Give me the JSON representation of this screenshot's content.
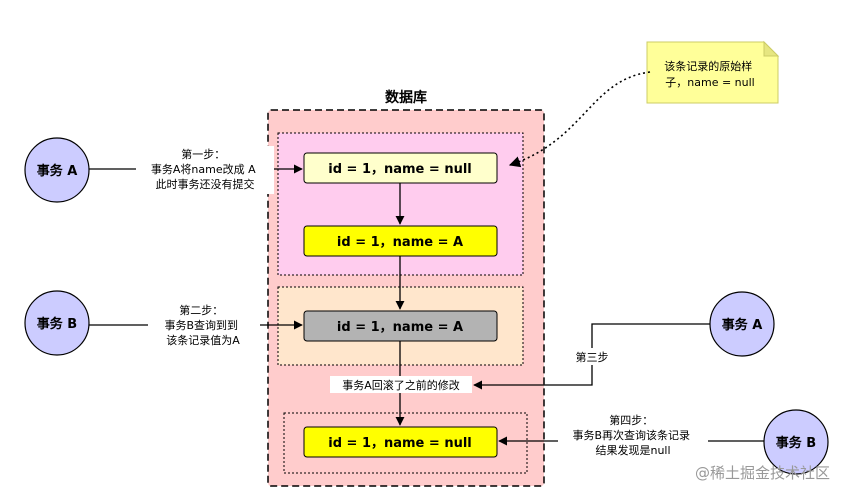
{
  "db_title": "数据库",
  "note_lines": [
    "该条记录的原始样",
    "子，name = null"
  ],
  "actors": {
    "a_left": "事务 A",
    "b_left": "事务 B",
    "a_right": "事务 A",
    "b_right": "事务 B"
  },
  "records": {
    "r1": "id = 1，name = null",
    "r2": "id = 1，name = A",
    "r3": "id = 1，name = A",
    "r4": "id = 1，name = null"
  },
  "steps": {
    "step1": [
      "第一步：",
      "事务A将name改成 A",
      "此时事务还没有提交"
    ],
    "step2": [
      "第二步：",
      "事务B查询到到",
      "该条记录值为A"
    ],
    "step3": "第三步",
    "rollback": "事务A回滚了之前的修改",
    "step4": [
      "第四步：",
      "事务B再次查询该条记录",
      "结果发现是null"
    ]
  },
  "watermark": "@稀土掘金技术社区",
  "colors": {
    "actor_fill": "#ccccff",
    "db_fill": "#ffcccc",
    "db_border": "#b85450",
    "group1_fill": "#ffccee",
    "group2_fill": "#ffe6cc",
    "record_original": "#ffffcc",
    "record_modified": "#ffff00",
    "record_read": "#b3b3b3",
    "note_fill": "#ffff99"
  }
}
